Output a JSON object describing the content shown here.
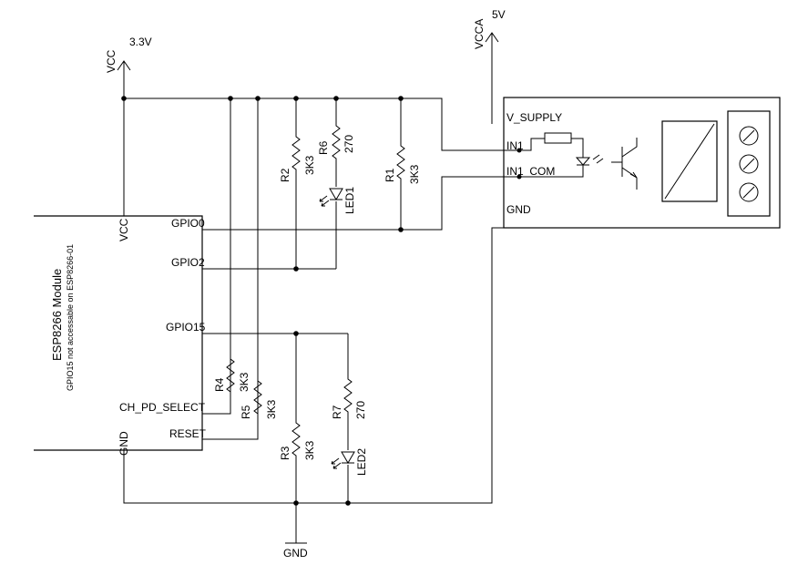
{
  "power": {
    "vcc_name": "VCC",
    "vcc_value": "3.3V",
    "vcca_name": "VCCA",
    "vcca_value": "5V",
    "gnd": "GND"
  },
  "module": {
    "title": "ESP8266 Module",
    "note": "GPIO15 not accessable on ESP8266-01",
    "pins": {
      "vcc": "VCC",
      "gpio0": "GPIO0",
      "gpio2": "GPIO2",
      "gpio15": "GPIO15",
      "ch_pd": "CH_PD_SELECT",
      "reset": "RESET",
      "gnd": "GND"
    }
  },
  "components": {
    "r1": {
      "name": "R1",
      "value": "3K3"
    },
    "r2": {
      "name": "R2",
      "value": "3K3"
    },
    "r3": {
      "name": "R3",
      "value": "3K3"
    },
    "r4": {
      "name": "R4",
      "value": "3K3"
    },
    "r5": {
      "name": "R5",
      "value": "3K3"
    },
    "r6": {
      "name": "R6",
      "value": "270"
    },
    "r7": {
      "name": "R7",
      "value": "270"
    },
    "led1": {
      "name": "LED1"
    },
    "led2": {
      "name": "LED2"
    }
  },
  "relay": {
    "pins": {
      "v_supply": "V_SUPPLY",
      "in1": "IN1",
      "in1_com": "IN1_COM",
      "gnd": "GND"
    }
  }
}
